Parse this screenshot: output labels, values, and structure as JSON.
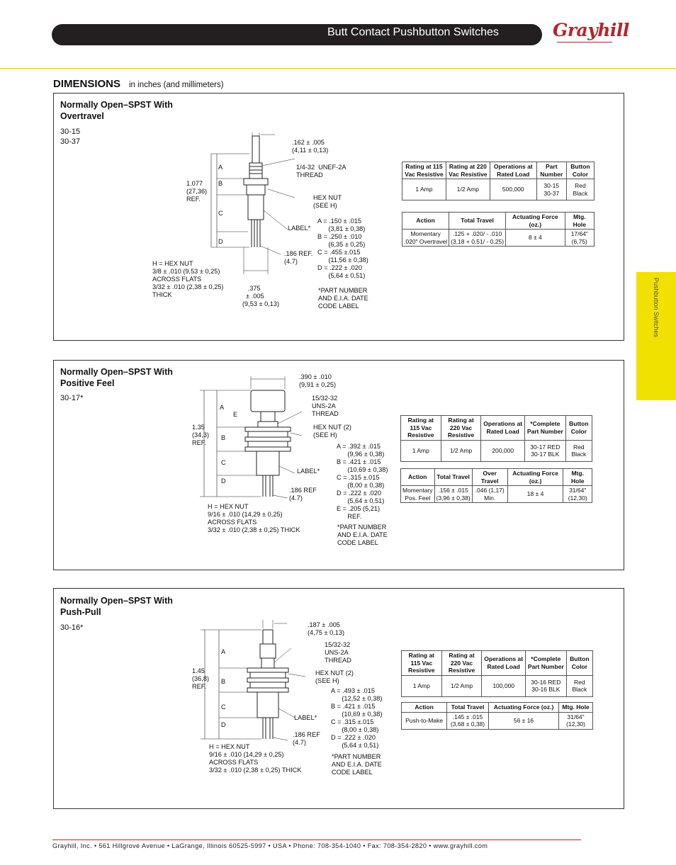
{
  "header": {
    "title": "Butt Contact Pushbutton Switches",
    "logo": "Grayhill"
  },
  "section": {
    "title": "DIMENSIONS",
    "subtitle": "in inches (and millimeters)"
  },
  "side_tab": "Pushbutton Switches",
  "panels": [
    {
      "title_line1": "Normally Open–SPST With",
      "title_line2": "Overtravel",
      "part_line1": "30-15",
      "part_line2": "30-37",
      "labels": {
        "dim_top": ".162 ± .005\n(4,11 ± 0,13)",
        "thread": "1/4-32  UNEF-2A\nTHREAD",
        "length": "1.077\n(27,36)\nREF.",
        "a": "A",
        "b": "B",
        "c": "C",
        "d": "D",
        "hex_nut": "HEX NUT\n(SEE H)",
        "label": "LABEL*",
        "specs": "A = .150 ± .015\n      (3,81 ± 0,38)\nB = .250 ± .010\n      (6,35 ± 0,25)\nC = .455 ±.015\n      (11,56 ± 0,38)\nD = .222 ± .020\n      (5,64 ± 0,51)",
        "term": ".186 REF.\n(4.7)",
        "hex_note": "H = HEX NUT\n3/8 ± .010 (9,53 ± 0,25)\nACROSS FLATS\n3/32 ± .010 (2,38 ± 0,25)\nTHICK",
        "dim_bottom": "   .375\n  ± .005\n(9,53 ± 0,13)",
        "part_note": "*PART NUMBER\nAND E.I.A. DATE\nCODE LABEL"
      },
      "table1": {
        "headers": [
          "Rating at 115 Vac Resistive",
          "Rating at 220 Vac Resistive",
          "Operations at Rated Load",
          "Part Number",
          "Button Color"
        ],
        "row": [
          "1 Amp",
          "1/2 Amp",
          "500,000",
          "30-15\n30-37",
          "Red\nBlack"
        ]
      },
      "table2": {
        "headers": [
          "Action",
          "Total Travel",
          "Actuating Force (oz.)",
          "Mtg. Hole"
        ],
        "row": [
          "Momentary\n.020\" Overtravel",
          ".125 + .020/ - .010\n(3,18 + 0,51/ - 0,25)",
          "8 ± 4",
          "17/64\"\n(6,75)"
        ]
      }
    },
    {
      "title_line1": "Normally Open–SPST With",
      "title_line2": "Positive Feel",
      "part_line1": "30-17*",
      "labels": {
        "dim_top": ".390 ± .010\n(9,91 ± 0,25)",
        "thread": "15/32-32\nUNS-2A\nTHREAD",
        "length": "1.35\n(34,3)\nREF.",
        "a": "A",
        "e": "E",
        "b": "B",
        "c": "C",
        "d": "D",
        "hex_nut": "HEX NUT (2)\n(SEE H)",
        "label": "LABEL*",
        "specs": "A = .392 ± .015\n      (9,96 ± 0,38)\nB = .421 ± .015\n      (10,69 ± 0,38)\nC = .315 ±.015\n      (8,00 ± 0,38)\nD = .222 ± .020\n      (5,64 ± 0,51)\nE = .205 (5,21)\n      REF.",
        "term": ".186 REF\n(4.7)",
        "hex_note": "H = HEX NUT\n9/16 ± .010 (14,29 ± 0,25)\nACROSS FLATS\n3/32 ± .010 (2,38 ± 0,25) THICK",
        "part_note": "*PART NUMBER\nAND E.I.A. DATE\nCODE LABEL"
      },
      "table1": {
        "headers": [
          "Rating at 115 Vac Resistive",
          "Rating at 220 Vac Resistive",
          "Operations at Rated Load",
          "*Complete Part Number",
          "Button Color"
        ],
        "row": [
          "1 Amp",
          "1/2 Amp",
          "200,000",
          "30-17 RED\n30-17 BLK",
          "Red\nBlack"
        ]
      },
      "table2": {
        "headers": [
          "Action",
          "Total Travel",
          "Over Travel",
          "Actuating Force (oz.)",
          "Mtg. Hole"
        ],
        "row": [
          "Momentary\nPos. Feel",
          ".156 ± .015\n(3,96 ± 0,38)",
          ".046 (1,17)\nMin.",
          "18 ± 4",
          "31/64\"\n(12,30)"
        ]
      }
    },
    {
      "title_line1": "Normally Open–SPST With",
      "title_line2": "Push-Pull",
      "part_line1": "30-16*",
      "labels": {
        "dim_top": ".187 ± .005\n(4,75 ± 0,13)",
        "thread": "15/32-32\nUNS-2A\nTHREAD",
        "length": "1.45\n(36,8)\nREF.",
        "a": "A",
        "b": "B",
        "c": "C",
        "d": "D",
        "hex_nut": "HEX NUT (2)\n(SEE H)",
        "label": "LABEL*",
        "specs": "A = .493 ± .015\n      (12,52 ± 0,38)\nB = .421 ± .015\n      (10,69 ± 0,38)\nC = .315 ±.015\n      (8,00 ± 0,38)\nD = .222 ± .020\n      (5,64 ± 0,51)",
        "term": ".186 REF\n(4.7)",
        "hex_note": "H = HEX NUT\n9/16 ± .010 (14,29 ± 0,25)\nACROSS FLATS\n3/32 ± .010 (2,38 ± 0,25) THICK",
        "part_note": "*PART NUMBER\nAND E.I.A. DATE\nCODE LABEL"
      },
      "table1": {
        "headers": [
          "Rating at 115 Vac Resistive",
          "Rating at 220 Vac Resistive",
          "Operations at Rated Load",
          "*Complete Part Number",
          "Button Color"
        ],
        "row": [
          "1 Amp",
          "1/2 Amp",
          "100,000",
          "30-16 RED\n30-16 BLK",
          "Red\nBlack"
        ]
      },
      "table2": {
        "headers": [
          "Action",
          "Total Travel",
          "Actuating Force (oz.)",
          "Mtg. Hole"
        ],
        "row": [
          "Push-to-Make",
          ".145 ± .015\n(3,68 ± 0,38)",
          "56 ± 16",
          "31/64\"\n(12,30)"
        ]
      }
    }
  ],
  "footer": "Grayhill, Inc. • 561 Hillgrove Avenue • LaGrange, Illinois  60525-5997 • USA • Phone: 708-354-1040 • Fax: 708-354-2820 • www.grayhill.com",
  "colors": {
    "header_bar": "#231f20",
    "logo": "#b7232d",
    "tab": "#f0e100",
    "rule": "#e6d600"
  }
}
